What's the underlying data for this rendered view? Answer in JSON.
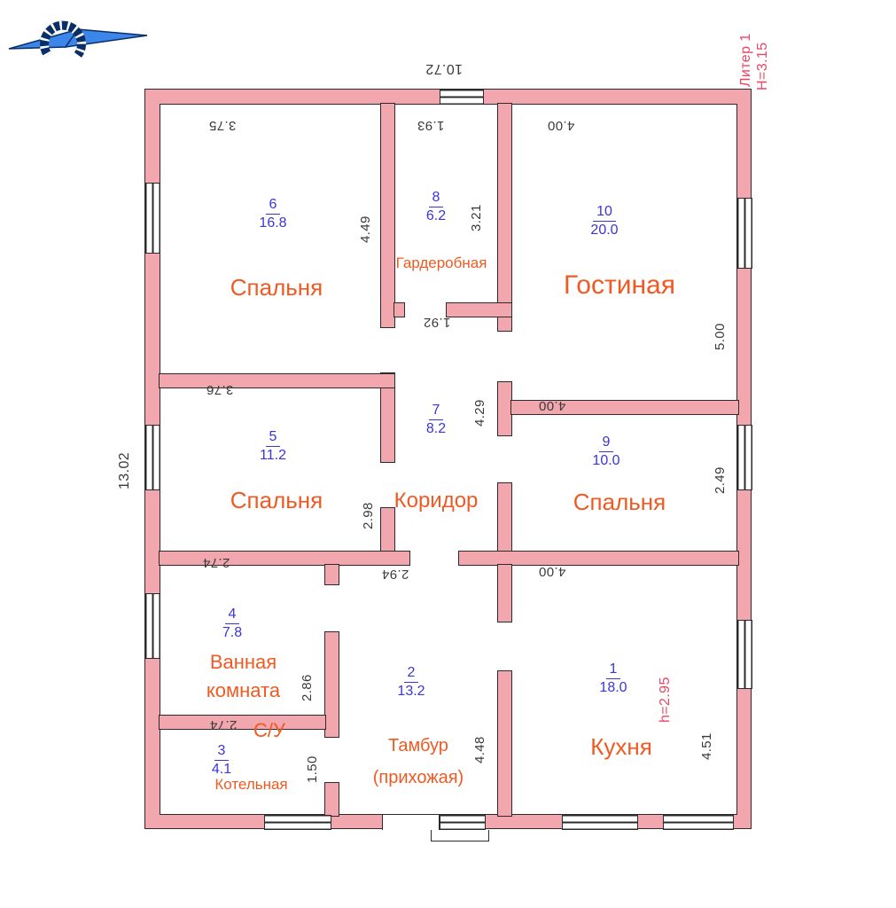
{
  "annotations": {
    "liter": "Литер 1",
    "building_height": "H=3.15",
    "kitchen_ceiling_height": "h=2.95"
  },
  "rooms": {
    "r1": {
      "number": "1",
      "area": "18.0",
      "name": "Кухня"
    },
    "r2": {
      "number": "2",
      "area": "13.2",
      "name_line1": "Тамбур",
      "name_line2": "(прихожая)"
    },
    "r3": {
      "number": "3",
      "area": "4.1",
      "label_su": "С/У",
      "name": "Котельная"
    },
    "r4": {
      "number": "4",
      "area": "7.8",
      "name_line1": "Ванная",
      "name_line2": "комната"
    },
    "r5": {
      "number": "5",
      "area": "11.2",
      "name": "Спальня"
    },
    "r6": {
      "number": "6",
      "area": "16.8",
      "name": "Спальня"
    },
    "r7": {
      "number": "7",
      "area": "8.2",
      "name": "Коридор"
    },
    "r8": {
      "number": "8",
      "area": "6.2",
      "name": "Гардеробная"
    },
    "r9": {
      "number": "9",
      "area": "10.0",
      "name": "Спальня"
    },
    "r10": {
      "number": "10",
      "area": "20.0",
      "name": "Гостиная"
    }
  },
  "dimensions": {
    "overall_width": "10.72",
    "overall_height": "13.02",
    "r6_width": "3.75",
    "r6_height": "4.49",
    "r8_width": "1.93",
    "r8_height": "3.21",
    "r10_width": "4.00",
    "r10_height": "5.00",
    "r5_width": "3.76",
    "r5_height": "2.98",
    "r7_width": "1.92",
    "r7_height": "4.29",
    "r9_width": "4.00",
    "r9_height": "2.49",
    "r4_width": "2.74",
    "r4_height": "2.86",
    "r3_width": "2.74",
    "r3_height": "1.50",
    "r2_width": "2.94",
    "r2_height": "4.48",
    "r1_width": "4.00",
    "r1_height": "4.51"
  },
  "colors": {
    "wall_fill": "#f2a6ad",
    "room_name": "#f05a22",
    "room_number": "#3a35d9",
    "annotation_red": "#ee4464",
    "dimension_text": "#3a3a3a"
  }
}
